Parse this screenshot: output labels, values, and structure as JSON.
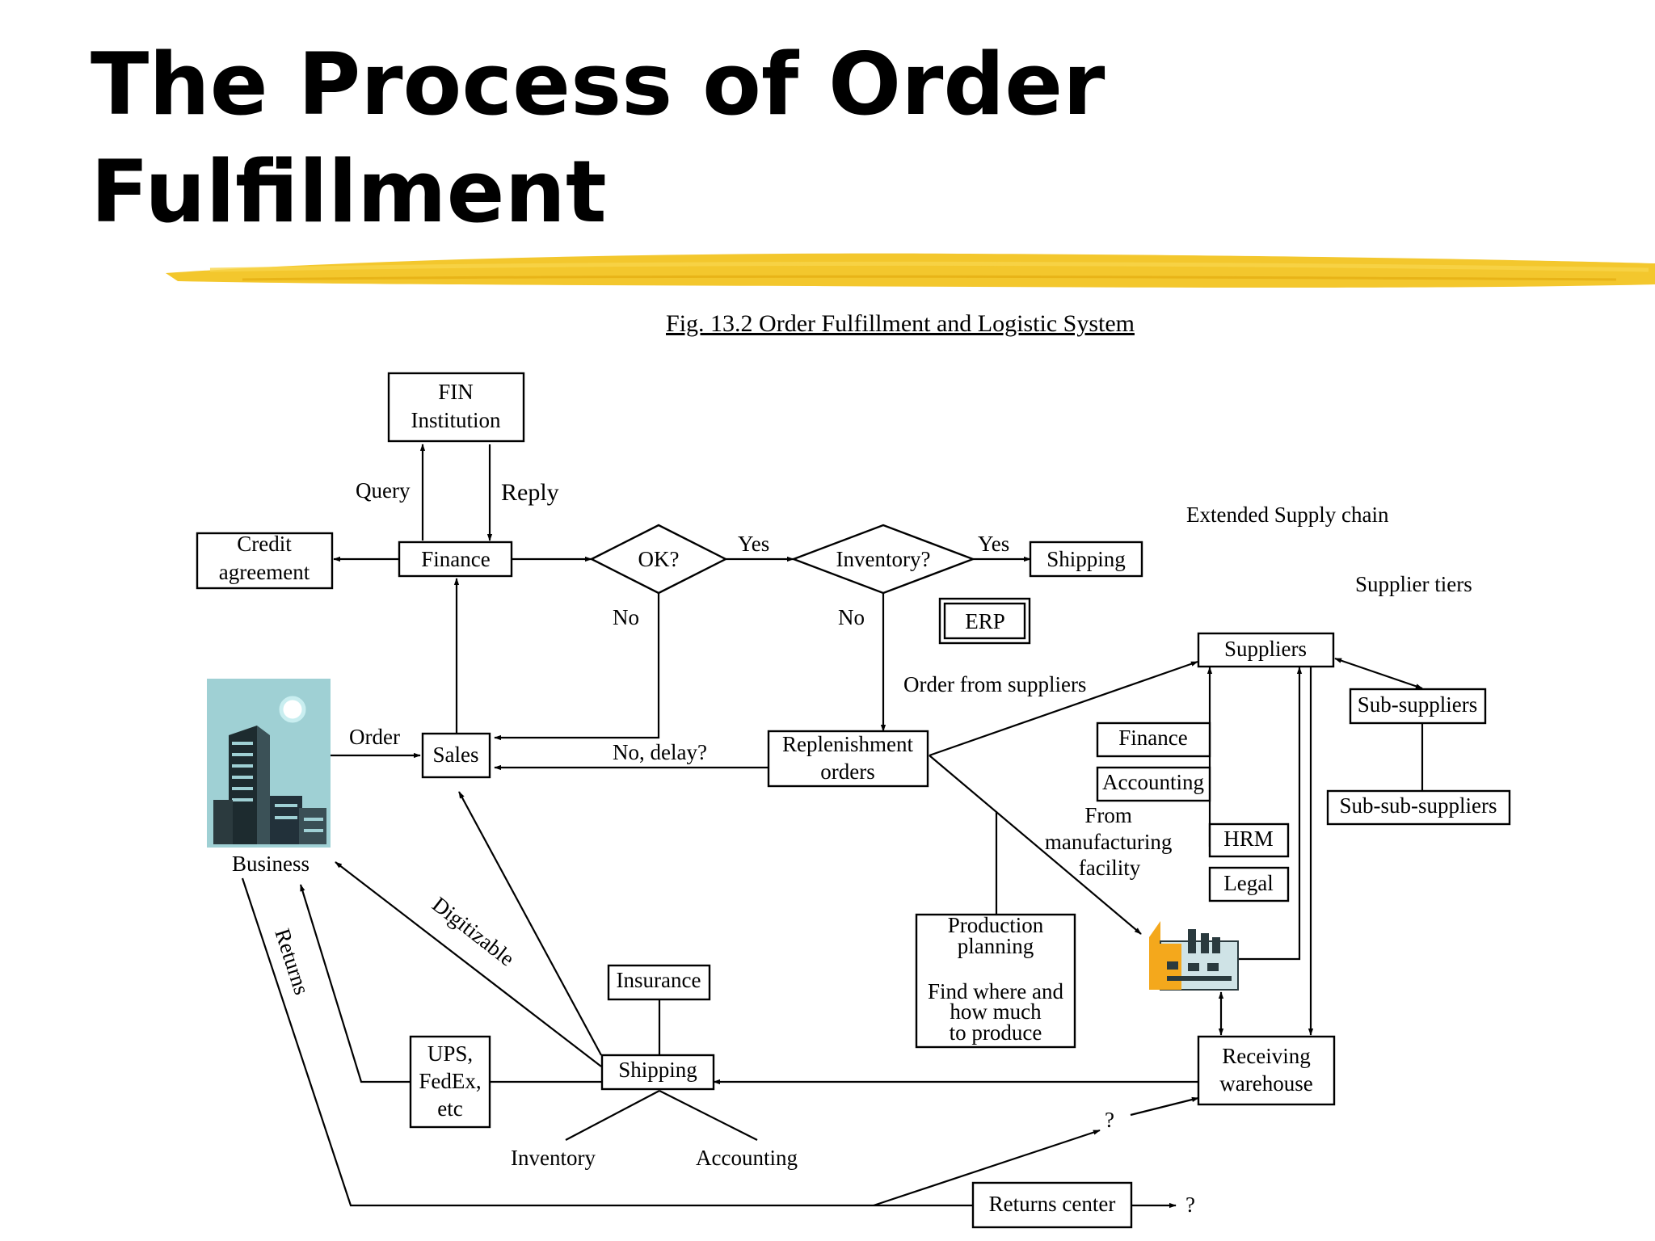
{
  "title": {
    "line1": "The Process of Order",
    "line2": "Fulfillment"
  },
  "caption": "Fig. 13.2 Order Fulfillment and Logistic System",
  "colors": {
    "highlighter": "#f2c21b",
    "ink": "#000000",
    "building_sky": "#9fd0d4",
    "factory_body": "#f4a81c"
  },
  "nodes": {
    "fin_institution": [
      "FIN",
      "Institution"
    ],
    "credit_agreement": [
      "Credit",
      "agreement"
    ],
    "finance": "Finance",
    "ok": "OK?",
    "inventory_check": "Inventory?",
    "shipping_top": "Shipping",
    "erp": "ERP",
    "sales": "Sales",
    "replenishment": [
      "Replenishment",
      "orders"
    ],
    "suppliers": "Suppliers",
    "sub_suppliers": "Sub-suppliers",
    "sub_sub_suppliers": "Sub-sub-suppliers",
    "finance_side": "Finance",
    "accounting_side": "Accounting",
    "hrm": "HRM",
    "legal": "Legal",
    "production": [
      "Production",
      "planning",
      "Find where and",
      "how much",
      "to produce"
    ],
    "receiving": [
      "Receiving",
      "warehouse"
    ],
    "insurance": "Insurance",
    "shipping_bottom": "Shipping",
    "carriers": [
      "UPS,",
      "FedEx,",
      "etc"
    ],
    "returns_center": "Returns center",
    "business": "Business"
  },
  "labels": {
    "query": "Query",
    "reply": "Reply",
    "yes1": "Yes",
    "yes2": "Yes",
    "no1": "No",
    "no2": "No",
    "order": "Order",
    "no_delay": "No, delay?",
    "order_from_suppliers": "Order from suppliers",
    "from_facility": [
      "From",
      "manufacturing",
      "facility"
    ],
    "extended_supply_chain": "Extended Supply chain",
    "supplier_tiers": "Supplier tiers",
    "digitizable": "Digitizable",
    "returns": "Returns",
    "inventory_bottom": "Inventory",
    "accounting_bottom": "Accounting",
    "q1": "?",
    "q2": "?"
  },
  "icons": {
    "business": "office-building-icon",
    "factory": "factory-icon"
  }
}
